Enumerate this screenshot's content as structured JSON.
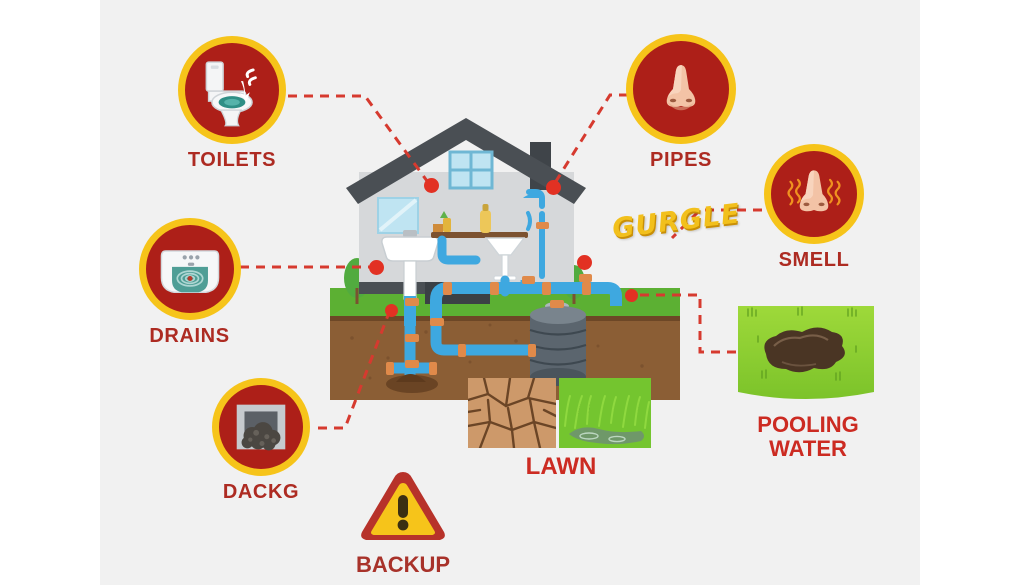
{
  "page": {
    "background_color": "#ffffff",
    "canvas_color": "#f1f1f1",
    "title": "Septic System Warning Signs Diagram"
  },
  "palette": {
    "badge_ring": "#f6c41a",
    "badge_fill": "#ad1f18",
    "label_red": "#ad2b22",
    "tile_label_red": "#cc2b22",
    "connector_red": "#d63a2f",
    "dot_red": "#e23123",
    "grass_green": "#5cb033",
    "soil_brown": "#8b5e35",
    "pipe_blue": "#3ea8e0",
    "coupling_orange": "#e08a4a",
    "house_wall": "#d6d8da",
    "roof_gray": "#4a4f54",
    "gurgle_gold": "#f2c01c"
  },
  "badges": [
    {
      "id": "toilets",
      "label": "TOILETS",
      "icon": "toilet-icon",
      "description": "Toilet with gurgling air arrow"
    },
    {
      "id": "drains",
      "label": "DRAINS",
      "icon": "sink-drain-icon",
      "description": "Sink basin with slow draining water"
    },
    {
      "id": "dackg",
      "label": "DACKG",
      "icon": "clogged-drain-icon",
      "description": "Blocked drain opening packed with debris"
    },
    {
      "id": "pipes",
      "label": "PIPES",
      "icon": "nose-icon",
      "description": "Nose smelling sewer odor from pipes"
    },
    {
      "id": "smell",
      "label": "SMELL",
      "icon": "nose-stink-icon",
      "description": "Nose with stink wave lines"
    }
  ],
  "warning": {
    "id": "backup",
    "label": "BACKUP",
    "icon": "warning-triangle-icon",
    "triangle_fill": "#f6c41a",
    "triangle_border": "#b7322a"
  },
  "tiles": [
    {
      "id": "lawn",
      "label": "LAWN",
      "panels": [
        "cracked-dry-soil",
        "soggy-green-grass"
      ]
    },
    {
      "id": "pooling-water",
      "label": "POOLING\nWATER",
      "panels": [
        "grass-with-puddle"
      ]
    }
  ],
  "callout": {
    "id": "gurgle",
    "text": "GURGLE"
  },
  "house": {
    "label": "cutaway-house",
    "features": [
      "gray-roof",
      "chimney",
      "window",
      "mirror",
      "pedestal-sink",
      "counter-with-bottles",
      "vanity-basin",
      "shower-head",
      "blue-supply-and-drain-pipes",
      "orange-pipe-couplings",
      "shrubs"
    ]
  },
  "ground": {
    "grass_band": "grass",
    "soil_band": "soil",
    "septic_tank": "ribbed-septic-tank",
    "leak_mound": "soil-leak-mound"
  },
  "markers": [
    {
      "id": "marker-roof-left",
      "links_to": "toilets"
    },
    {
      "id": "marker-roof-right",
      "links_to": "pipes"
    },
    {
      "id": "marker-wall-left",
      "links_to": "drains"
    },
    {
      "id": "marker-house-right",
      "links_to": "smell"
    },
    {
      "id": "marker-underground",
      "links_to": "dackg"
    },
    {
      "id": "marker-tank",
      "links_to": "pooling-water"
    }
  ]
}
